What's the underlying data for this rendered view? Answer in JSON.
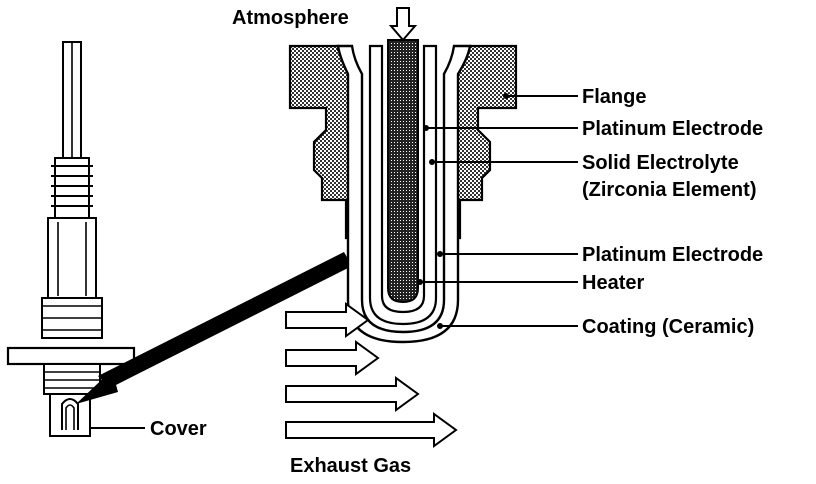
{
  "labels": {
    "atmosphere": "Atmosphere",
    "flange": "Flange",
    "platinum_electrode_inner": "Platinum Electrode",
    "solid_electrolyte_line1": "Solid Electrolyte",
    "solid_electrolyte_line2": "(Zirconia Element)",
    "platinum_electrode_outer": "Platinum Electrode",
    "heater": "Heater",
    "coating": "Coating (Ceramic)",
    "cover": "Cover",
    "exhaust_gas": "Exhaust Gas"
  }
}
